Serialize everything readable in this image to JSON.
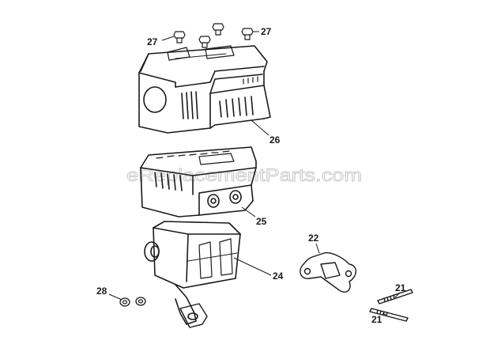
{
  "watermark": "eReplacementParts.com",
  "callouts": {
    "bolt_left": "27",
    "bolt_right": "27",
    "heat_shield": "26",
    "muffler_cover": "25",
    "muffler": "24",
    "gasket": "22",
    "stud_upper": "21",
    "stud_lower": "21",
    "nuts": "28"
  },
  "colors": {
    "line": "#1a1a1a",
    "watermark": "#c8c8c8",
    "background": "#ffffff"
  }
}
